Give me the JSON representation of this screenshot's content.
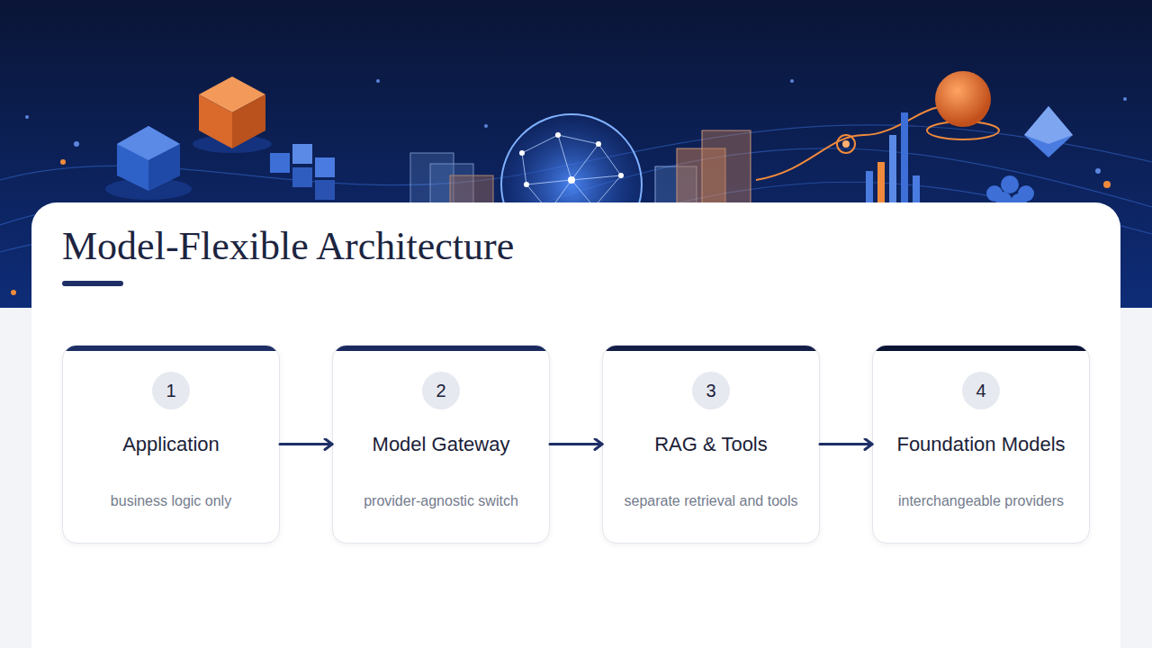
{
  "diagram": {
    "title": "Model-Flexible Architecture",
    "nodes": [
      {
        "text": [
          "1",
          "Application",
          "business logic only"
        ]
      },
      {
        "text": [
          "2",
          "Model Gateway",
          "provider-agnostic switch"
        ]
      },
      {
        "text": [
          "3",
          "RAG & Tools",
          "separate retrieval and tools"
        ]
      },
      {
        "text": [
          "4",
          "Foundation Models",
          "interchangeable providers"
        ]
      }
    ],
    "edges": [
      {
        "from": 0,
        "to": 1,
        "arrow": "to"
      },
      {
        "from": 1,
        "to": 2,
        "arrow": "to"
      },
      {
        "from": 2,
        "to": 3,
        "arrow": "to"
      }
    ]
  }
}
